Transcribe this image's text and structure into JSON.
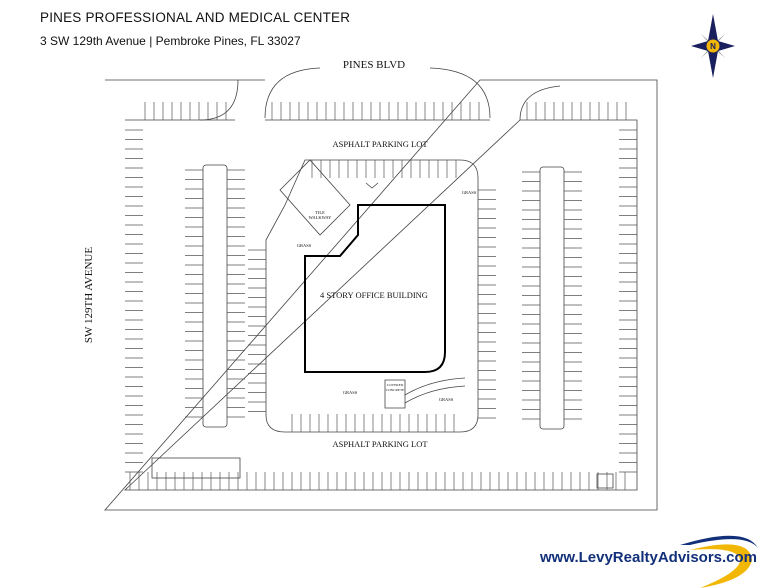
{
  "header": {
    "title": "PINES PROFESSIONAL AND MEDICAL CENTER",
    "address": "3 SW 129th Avenue | Pembroke Pines, FL 33027"
  },
  "map": {
    "road_top": "PINES BLVD",
    "road_left": "SW 129TH AVENUE",
    "parking_top": "ASPHALT PARKING LOT",
    "parking_bottom": "ASPHALT PARKING LOT",
    "building": "4 STORY OFFICE BUILDING",
    "tile_walkway_1": "TILE",
    "tile_walkway_2": "WALKWAY",
    "grass_labels": [
      "GRASS",
      "GRASS",
      "GRASS",
      "GRASS"
    ],
    "covered_1": "COVERED",
    "covered_2": "CONCRETE",
    "compass_letter": "N"
  },
  "footer": {
    "website": "www.LevyRealtyAdvisors.com"
  },
  "colors": {
    "brand_blue": "#12307a",
    "brand_gold": "#f2b705",
    "compass_navy": "#1a1f5e"
  }
}
